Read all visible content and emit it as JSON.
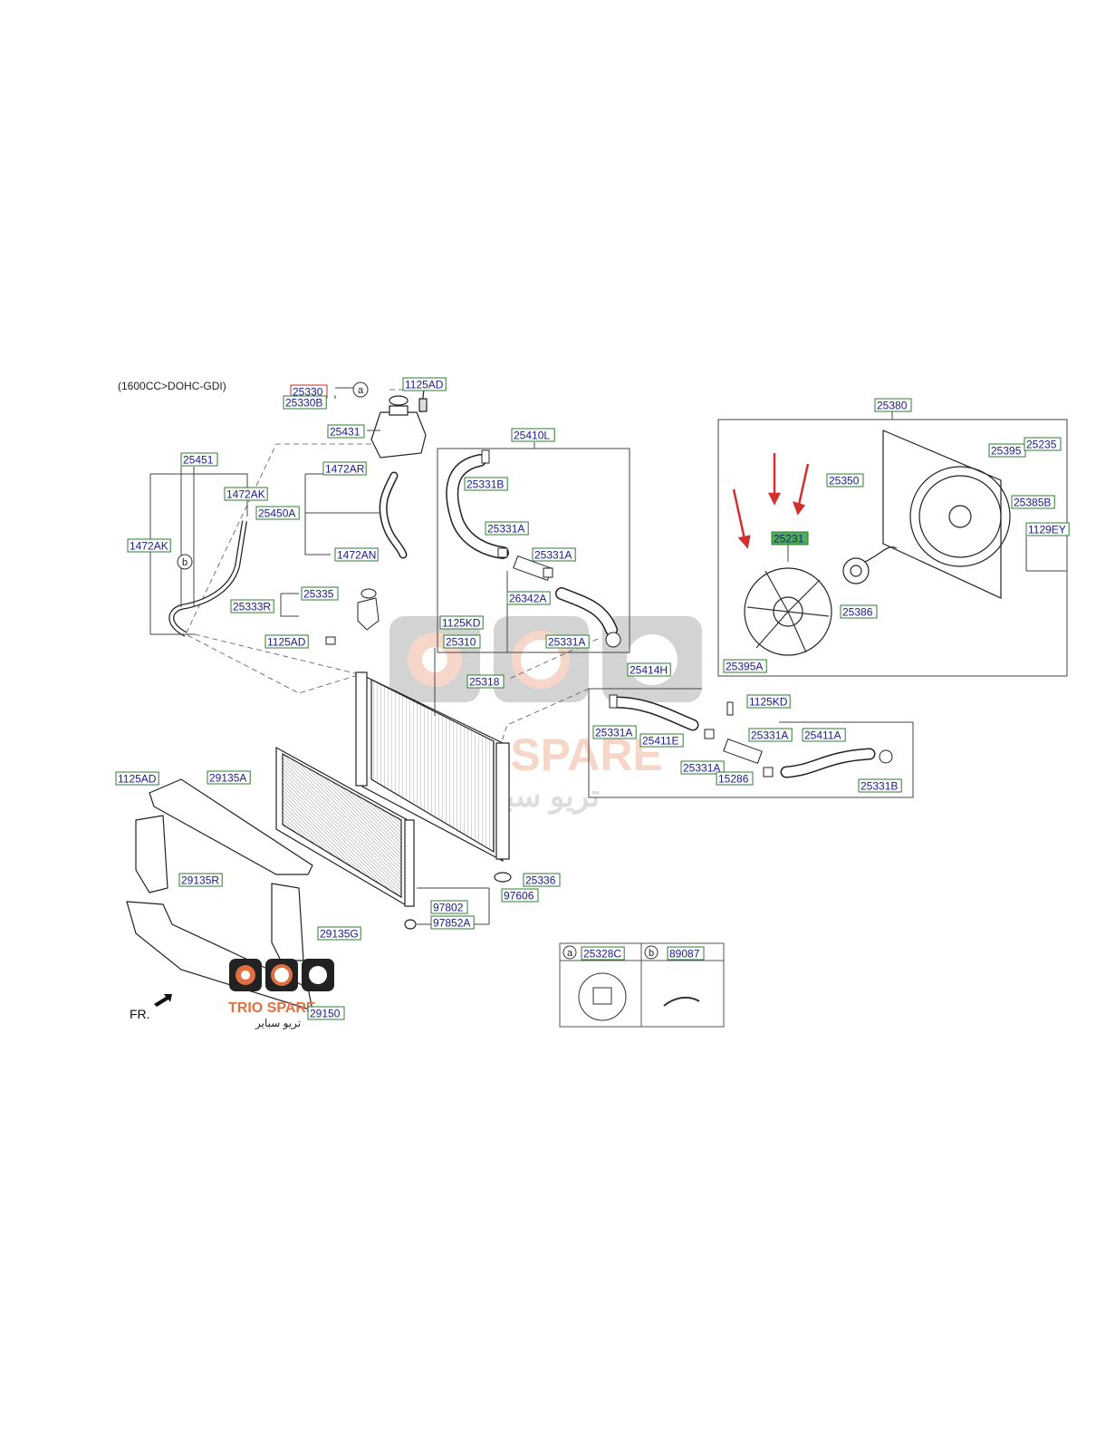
{
  "header": {
    "engine_label": "(1600CC>DOHC-GDI)"
  },
  "parts": {
    "p25330": "25330",
    "p25330B": "25330B",
    "p1125AD_top": "1125AD",
    "p25431": "25431",
    "p25451": "25451",
    "p1472AK_a": "1472AK",
    "p1472AK_b": "1472AK",
    "p1472AR": "1472AR",
    "p25450A": "25450A",
    "p1472AN": "1472AN",
    "p25335": "25335",
    "p25333R": "25333R",
    "p1125AD_mid": "1125AD",
    "p25410L": "25410L",
    "p25331B_a": "25331B",
    "p25331A_a": "25331A",
    "p25331A_b": "25331A",
    "p26342A": "26342A",
    "p1125KD_a": "1125KD",
    "p25331A_c": "25331A",
    "p25310": "25310",
    "p25318": "25318",
    "p25380": "25380",
    "p25395": "25395",
    "p25235": "25235",
    "p25350": "25350",
    "p25385B": "25385B",
    "p1129EY": "1129EY",
    "p25231": "25231",
    "p25386": "25386",
    "p25395A": "25395A",
    "p25414H": "25414H",
    "p1125KD_b": "1125KD",
    "p25331A_d": "25331A",
    "p25411E": "25411E",
    "p25331A_e": "25331A",
    "p25411A": "25411A",
    "p25331A_f": "25331A",
    "p15286": "15286",
    "p25331B_b": "25331B",
    "p1125AD_left": "1125AD",
    "p29135A": "29135A",
    "p29135R": "29135R",
    "p29135G": "29135G",
    "p29150": "29150",
    "p25336": "25336",
    "p97802": "97802",
    "p97606": "97606",
    "p97852A": "97852A"
  },
  "markers": {
    "a": "a",
    "b": "b"
  },
  "legend": {
    "a_letter": "a",
    "a_part": "25328C",
    "b_letter": "b",
    "b_part": "89087"
  },
  "front_label": "FR.",
  "watermark": {
    "brand": "TRIO SPARE",
    "arabic": "تريو سباير"
  },
  "colors": {
    "label_text": "#1a1a8c",
    "label_border_green": "#2e7d32",
    "label_border_red": "#c62828",
    "highlight_fill": "#4caf50",
    "arrow": "#d32f2f",
    "watermark": "#e07040"
  }
}
